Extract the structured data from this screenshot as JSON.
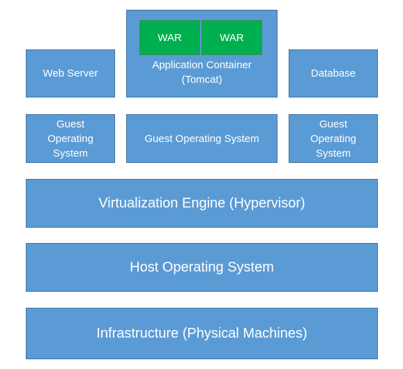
{
  "top_row": {
    "web_server": "Web Server",
    "app_container": {
      "label": "Application Container\n(Tomcat)",
      "war_left": "WAR",
      "war_right": "WAR"
    },
    "database": "Database"
  },
  "guest_row": {
    "left": "Guest\nOperating\nSystem",
    "center": "Guest Operating System",
    "right": "Guest\nOperating\nSystem"
  },
  "layers": {
    "hypervisor": "Virtualization Engine (Hypervisor)",
    "host_os": "Host Operating System",
    "infrastructure": "Infrastructure (Physical Machines)"
  },
  "colors": {
    "box_fill": "#5b9bd5",
    "box_border": "#41719c",
    "war_fill": "#00b050",
    "text": "#ffffff"
  }
}
